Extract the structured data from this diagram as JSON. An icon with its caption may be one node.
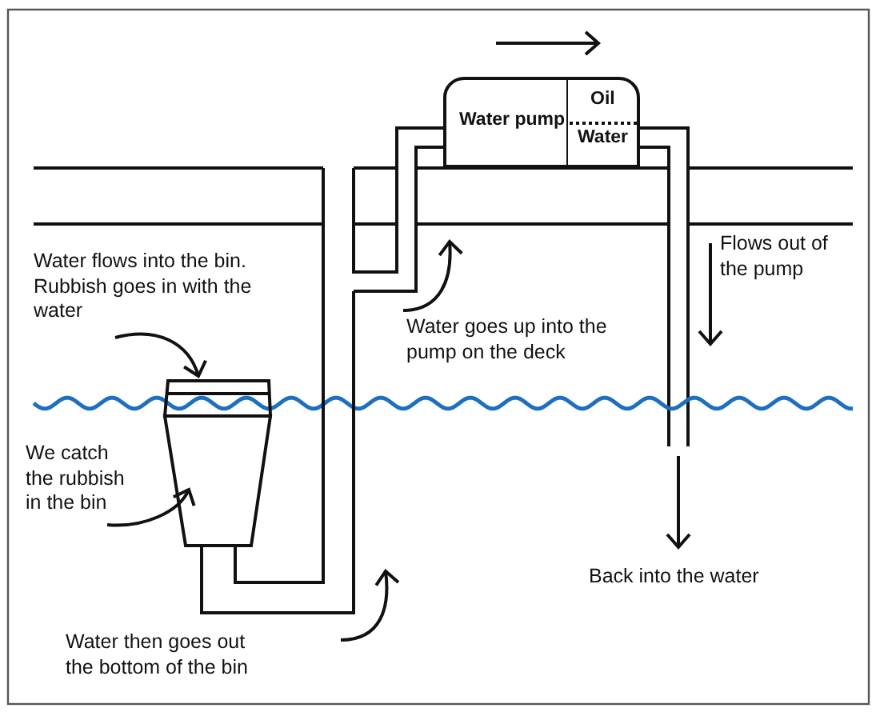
{
  "diagram": {
    "nodes": [
      {
        "text": [
          "Water pump",
          "Oil",
          "Water"
        ]
      },
      {
        "text": [],
        "shape": "bin"
      },
      {
        "text": [
          "Water flows into the bin. Rubbish goes in with the water"
        ]
      },
      {
        "text": [
          "We catch the rubbish in the bin"
        ]
      }
    ],
    "edges": [
      {
        "from": 2,
        "to": 1,
        "arrow": "to"
      },
      {
        "from": 3,
        "to": 1,
        "arrow": "to"
      },
      {
        "from": 1,
        "to": 0,
        "arrow": "none"
      }
    ],
    "labels": [
      "Flows out of the pump",
      "Water goes up into the pump on the deck",
      "Back into the water",
      "Water then goes out the bottom of the bin"
    ]
  }
}
